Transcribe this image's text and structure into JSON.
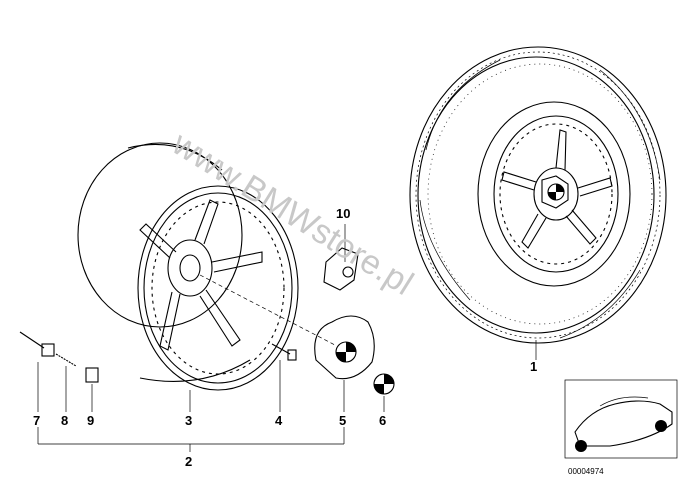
{
  "watermark": "www.BMWstore.pl",
  "reference_number": "00004974",
  "callouts": {
    "c1": "1",
    "c2": "2",
    "c3": "3",
    "c4": "4",
    "c5": "5",
    "c6": "6",
    "c7": "7",
    "c8": "8",
    "c9": "9",
    "c10": "10"
  }
}
